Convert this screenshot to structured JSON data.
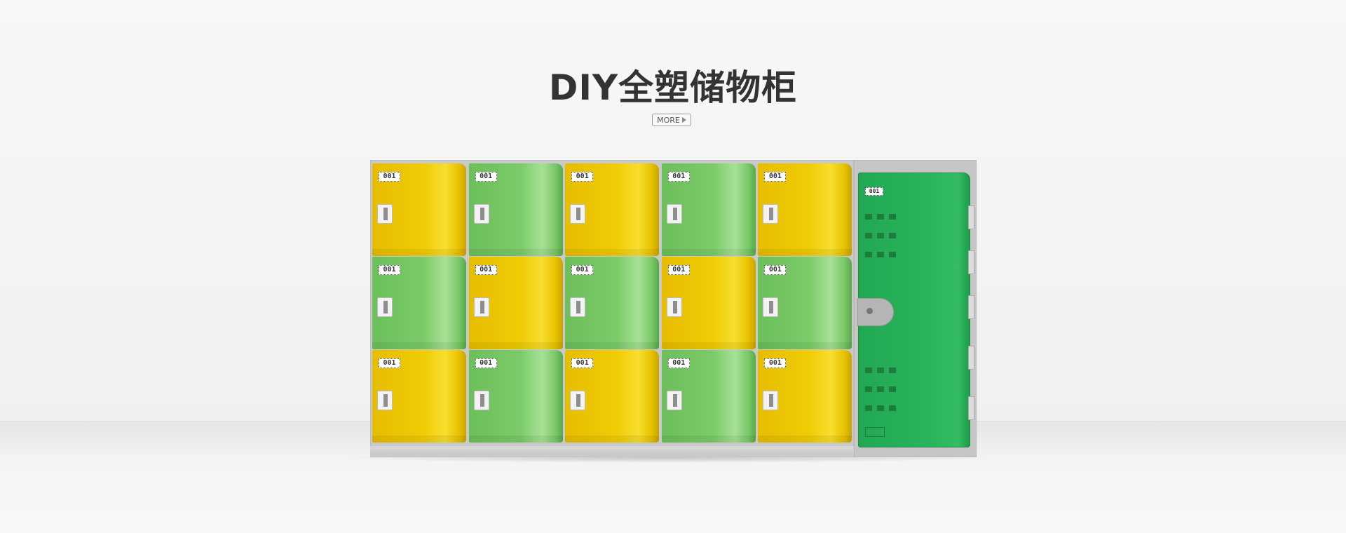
{
  "header": {
    "title": "DIY全塑储物柜",
    "more_label": "MORE"
  },
  "product": {
    "locker_number": "001",
    "colors": {
      "yellow": "#f0cc06",
      "green": "#7ccb69",
      "dark_green": "#2cb55c",
      "frame_gray": "#c9c9c9"
    },
    "grid_rows": [
      [
        "yellow",
        "green",
        "yellow",
        "green",
        "yellow"
      ],
      [
        "green",
        "yellow",
        "green",
        "yellow",
        "green"
      ],
      [
        "yellow",
        "green",
        "yellow",
        "green",
        "yellow"
      ]
    ],
    "tall_locker_number": "001"
  }
}
